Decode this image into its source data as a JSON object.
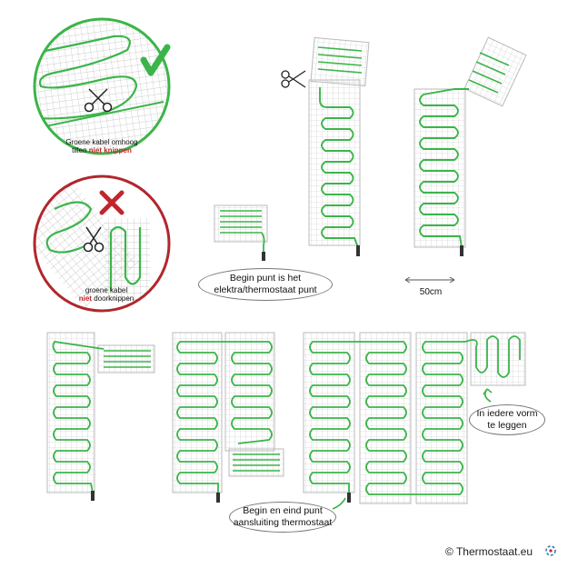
{
  "colors": {
    "cable": "#3bb54a",
    "ok_circle": "#3bb54a",
    "bad_circle": "#b0272d",
    "cross": "#c0262b",
    "grid": "#bbbbbb",
    "text_red": "#c0262b"
  },
  "callouts": {
    "ok_line1": "Groene kabel omhoog",
    "ok_line2_prefix": "tillen ",
    "ok_line2_red": "niet knippen",
    "bad_line1": "groene kabel",
    "bad_line2_red": "niet",
    "bad_line2_suffix": " doorknippen",
    "begin_line1": "Begin punt is het",
    "begin_line2": "elektra/thermostaat punt",
    "width_label": "50cm",
    "shape_line1": "In iedere vorm",
    "shape_line2": "te leggen",
    "end_line1": "Begin en eind punt",
    "end_line2": "aansluiting thermostaat"
  },
  "footer": {
    "copyright_symbol": "©",
    "brand": "Thermostaat.eu"
  },
  "icons": [
    "check-icon",
    "cross-icon",
    "scissors-icon",
    "copyright-icon",
    "brand-logo-icon"
  ]
}
